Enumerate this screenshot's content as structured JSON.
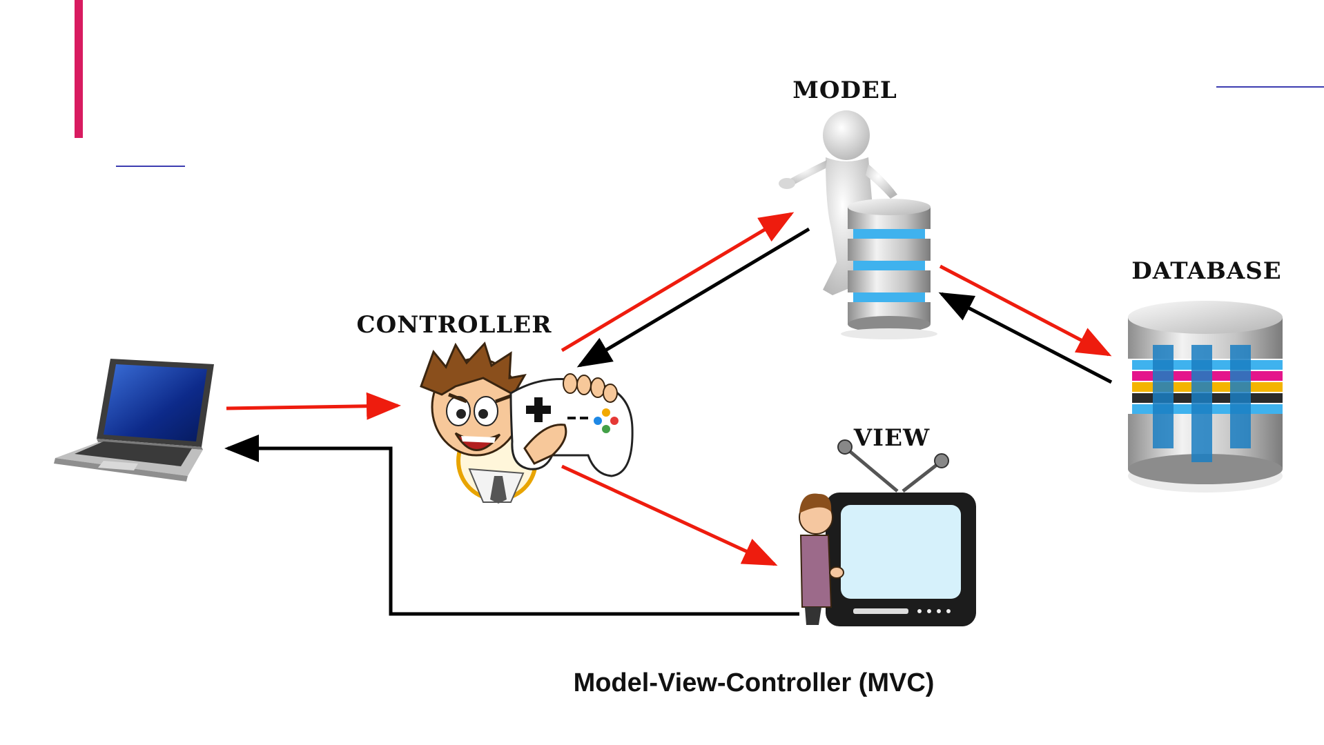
{
  "diagram": {
    "labels": {
      "model": "MODEL",
      "database": "DATABASE",
      "controller": "CONTROLLER",
      "view": "VIEW"
    },
    "caption": "Model-View-Controller (MVC)"
  },
  "colors": {
    "accent_bar": "#d81b60",
    "accent_line": "#3b3bb0",
    "request_arrow": "#ee1c0e",
    "response_arrow": "#000000",
    "db_stripe_blue": "#3fb2ee",
    "tv_screen": "#d6f1fb"
  },
  "icons": {
    "client": "laptop-icon",
    "controller": "gamer-controller-icon",
    "model": "figure-with-database-icon",
    "view": "tv-with-person-icon",
    "database": "database-cylinder-icon"
  }
}
